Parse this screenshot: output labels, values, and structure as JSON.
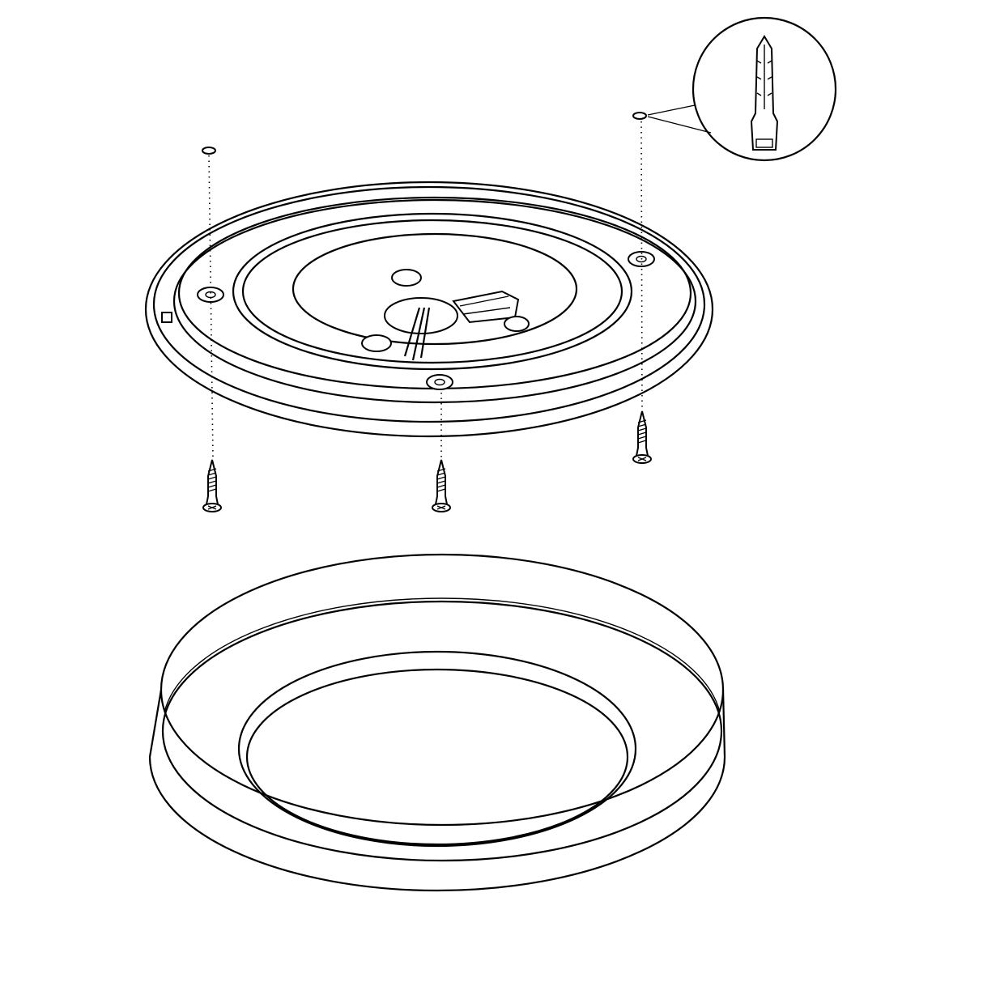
{
  "colors": {
    "background": "#ffffff",
    "line": "#000000"
  },
  "parts": [
    "mounting-plate",
    "lamp-cover",
    "screw",
    "wall-plug",
    "wall-plug-detail"
  ]
}
